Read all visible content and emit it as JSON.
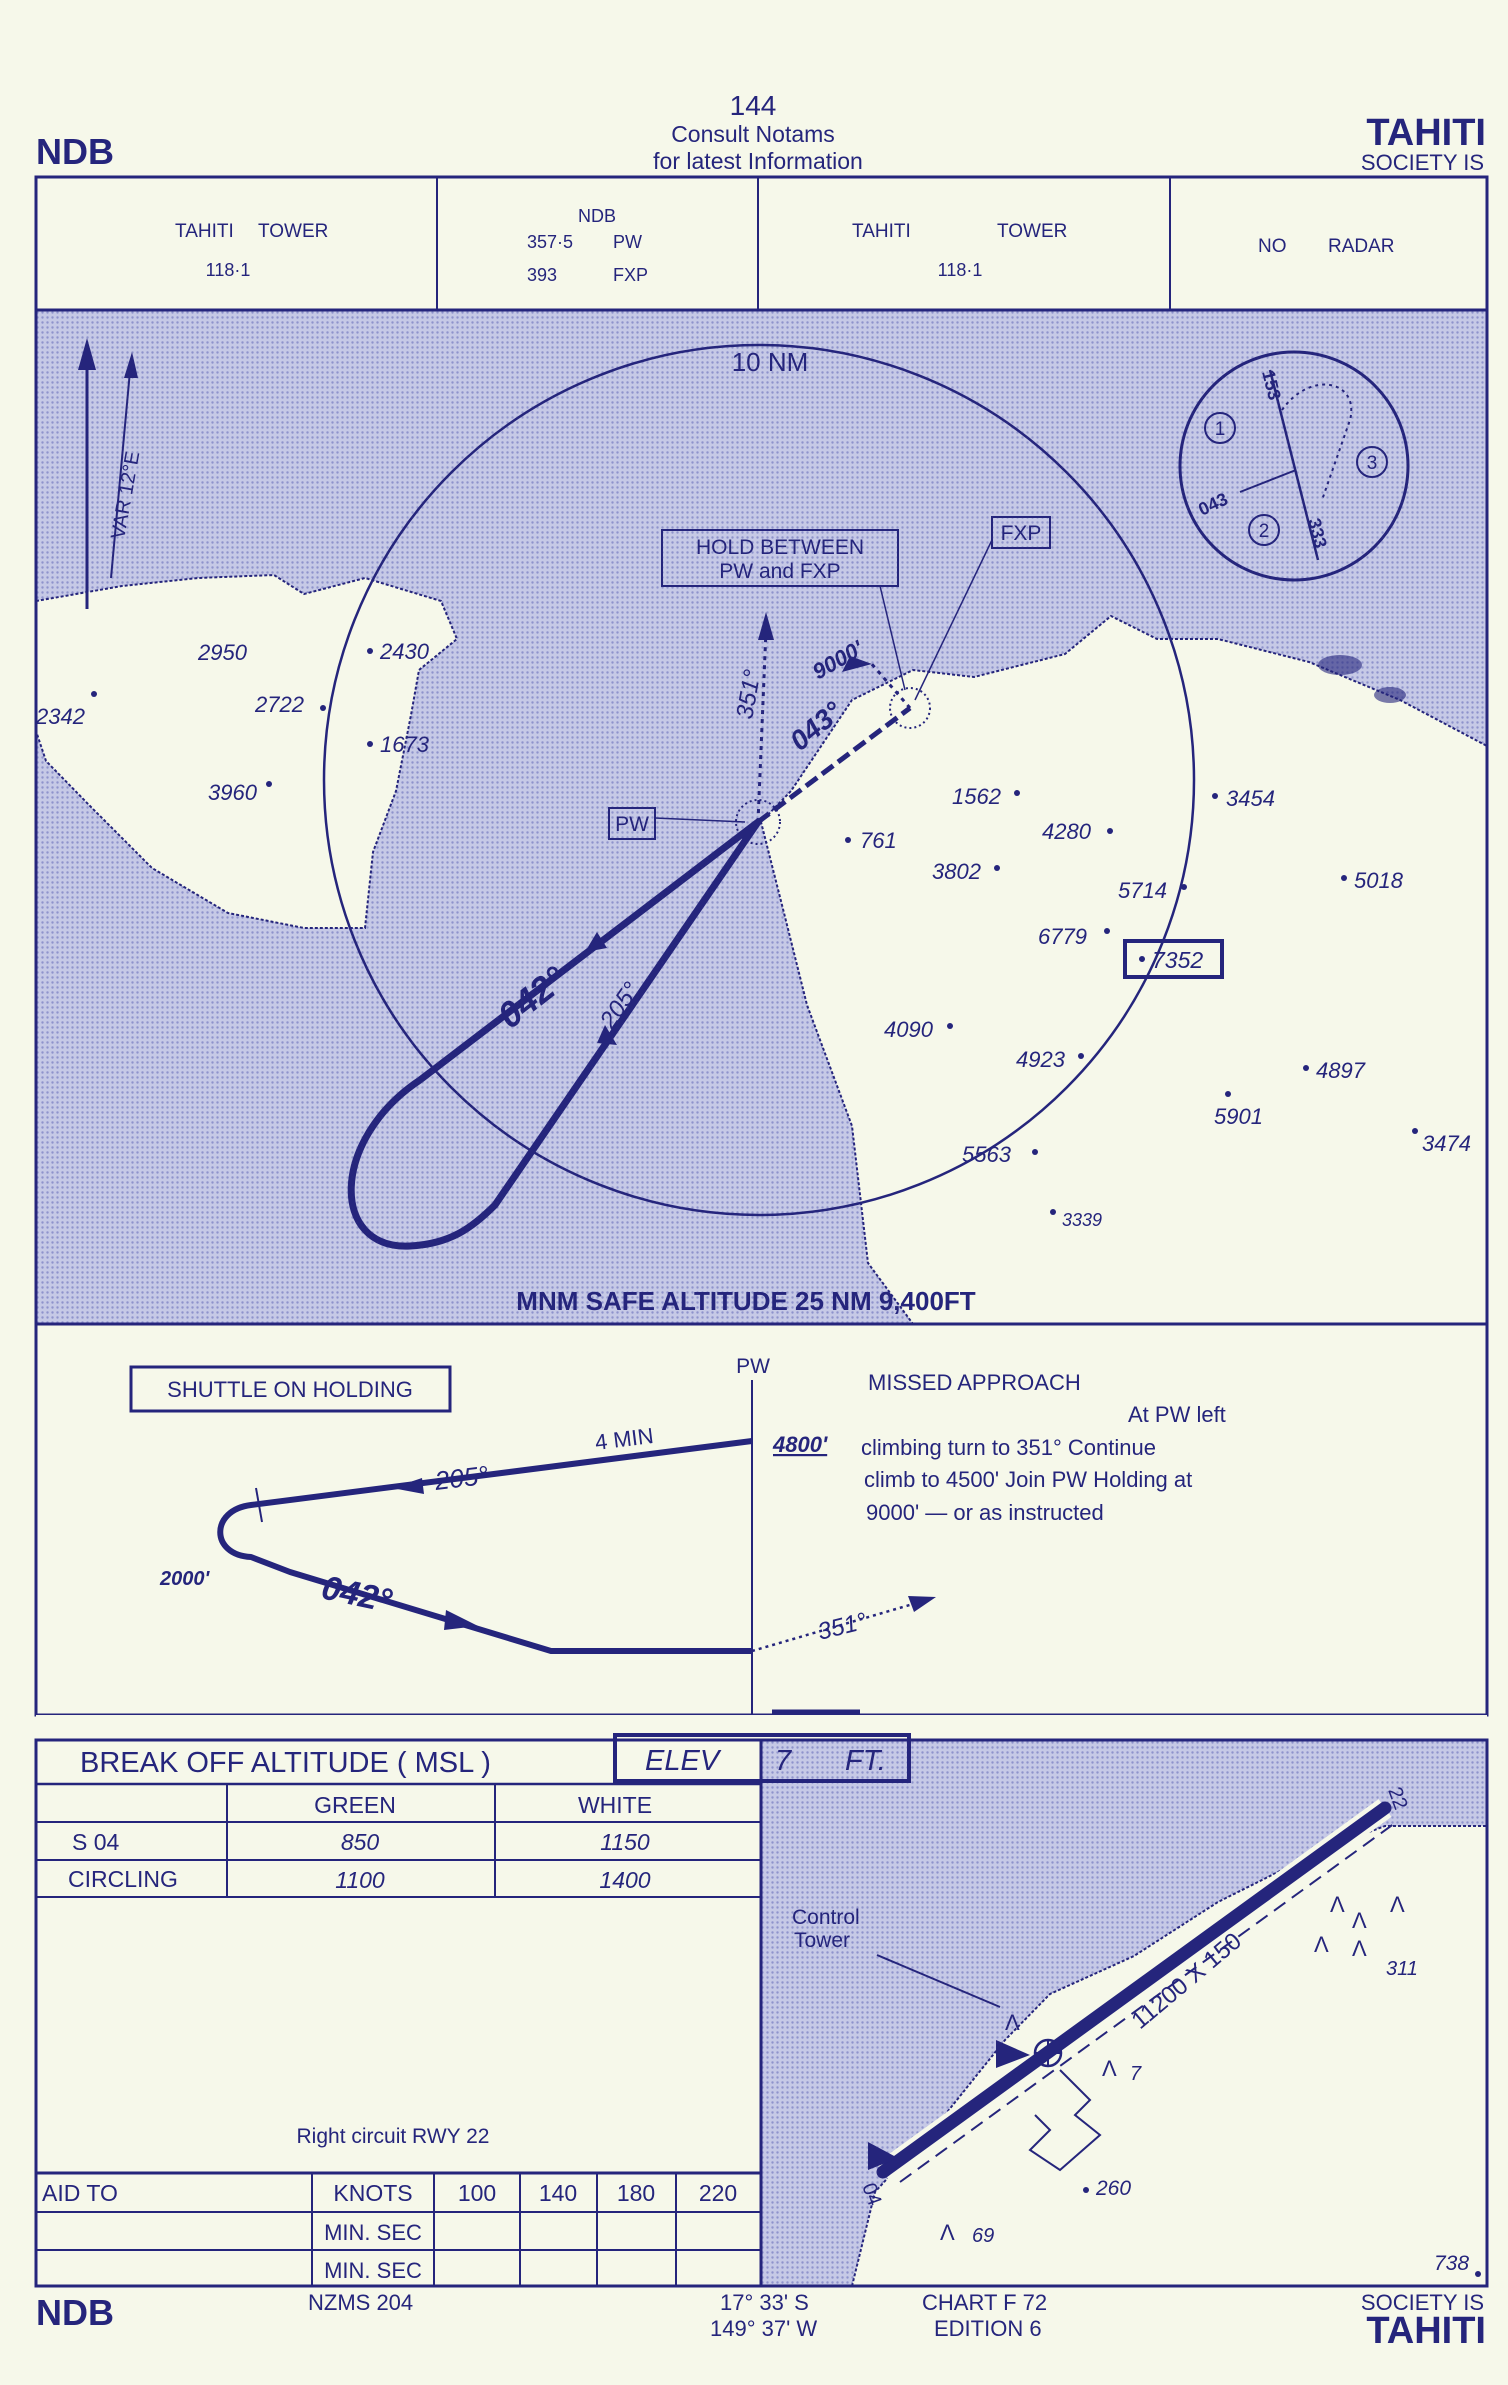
{
  "header": {
    "page_number": "144",
    "notice_line1": "Consult  Notams",
    "notice_line2": "for latest  Information",
    "approach_type": "NDB",
    "airport": "TAHITI",
    "region": "SOCIETY IS"
  },
  "comms": {
    "cell1": {
      "name": "TAHITI",
      "unit": "TOWER",
      "freq": "118·1"
    },
    "cell2": {
      "title": "NDB",
      "row1_freq": "357·5",
      "row1_id": "PW",
      "row2_freq": "393",
      "row2_id": "FXP"
    },
    "cell3": {
      "name": "TAHITI",
      "unit": "TOWER",
      "freq": "118·1"
    },
    "cell4": {
      "text1": "NO",
      "text2": "RADAR"
    }
  },
  "plan": {
    "range_ring": "10 NM",
    "variation": "VAR 12°E",
    "hold_line1": "HOLD  BETWEEN",
    "hold_line2": "PW  and  FXP",
    "fxp": "FXP",
    "pw": "PW",
    "track_inbound": "042°",
    "track_outbound": "205°",
    "track_351": "351°",
    "track_043": "043°",
    "alt_9000": "9000'",
    "msa": "MNM SAFE ALTITUDE 25 NM  9,400FT",
    "highlight_elevation": "7352",
    "spot_heights": [
      "2950",
      "2722",
      "2430",
      "1673",
      "3960",
      "2342",
      "1562",
      "4280",
      "3802",
      "761",
      "5714",
      "6779",
      "3454",
      "5018",
      "4090",
      "4923",
      "4897",
      "5901",
      "3474",
      "5563",
      "3339"
    ],
    "inset": {
      "t1": "153",
      "t2": "043",
      "t3": "333",
      "s1": "1",
      "s2": "2",
      "s3": "3"
    }
  },
  "profile": {
    "shuttle": "SHUTTLE ON HOLDING",
    "pw": "PW",
    "time": "4 MIN",
    "alt_4800": "4800'",
    "alt_2000": "2000'",
    "track_205": "205°",
    "track_042": "042°",
    "track_351": "351°",
    "missed_title": "MISSED  APPROACH",
    "missed_l1": "At PW left",
    "missed_l2": "climbing  turn to  351°  Continue",
    "missed_l3": "climb to  4500'  Join PW Holding at",
    "missed_l4": "9000'  — or as instructed"
  },
  "minima": {
    "title": "BREAK  OFF  ALTITUDE  ( MSL )",
    "elev_label": "ELEV",
    "elev_value": "7",
    "elev_unit": "FT.",
    "columns": [
      "",
      "GREEN",
      "WHITE"
    ],
    "rows": [
      {
        "label": "S  04",
        "green": "850",
        "white": "1150"
      },
      {
        "label": "CIRCLING",
        "green": "1100",
        "white": "1400"
      }
    ],
    "note": "Right  circuit  RWY  22"
  },
  "timing": {
    "aid_label": "AID TO",
    "knots_label": "KNOTS",
    "speeds": [
      "100",
      "140",
      "180",
      "220"
    ],
    "minsec_label": "MIN. SEC"
  },
  "aerodrome": {
    "runway": "11200 X 150",
    "rwy_04": "04",
    "rwy_22": "22",
    "tower_l1": "Control",
    "tower_l2": "Tower",
    "elev_311": "311",
    "elev_7": "7",
    "elev_260": "260",
    "elev_69": "69",
    "elev_738": "738"
  },
  "footer": {
    "approach_type": "NDB",
    "map_ref": "NZMS  204",
    "lat": "17° 33' S",
    "lon": "149° 37' W",
    "chart": "CHART  F 72",
    "edition": "EDITION  6",
    "region": "SOCIETY IS",
    "airport": "TAHITI"
  },
  "colors": {
    "ink": "#25257c",
    "paper": "#f6f8ea",
    "sea": "#bfc2e3"
  }
}
